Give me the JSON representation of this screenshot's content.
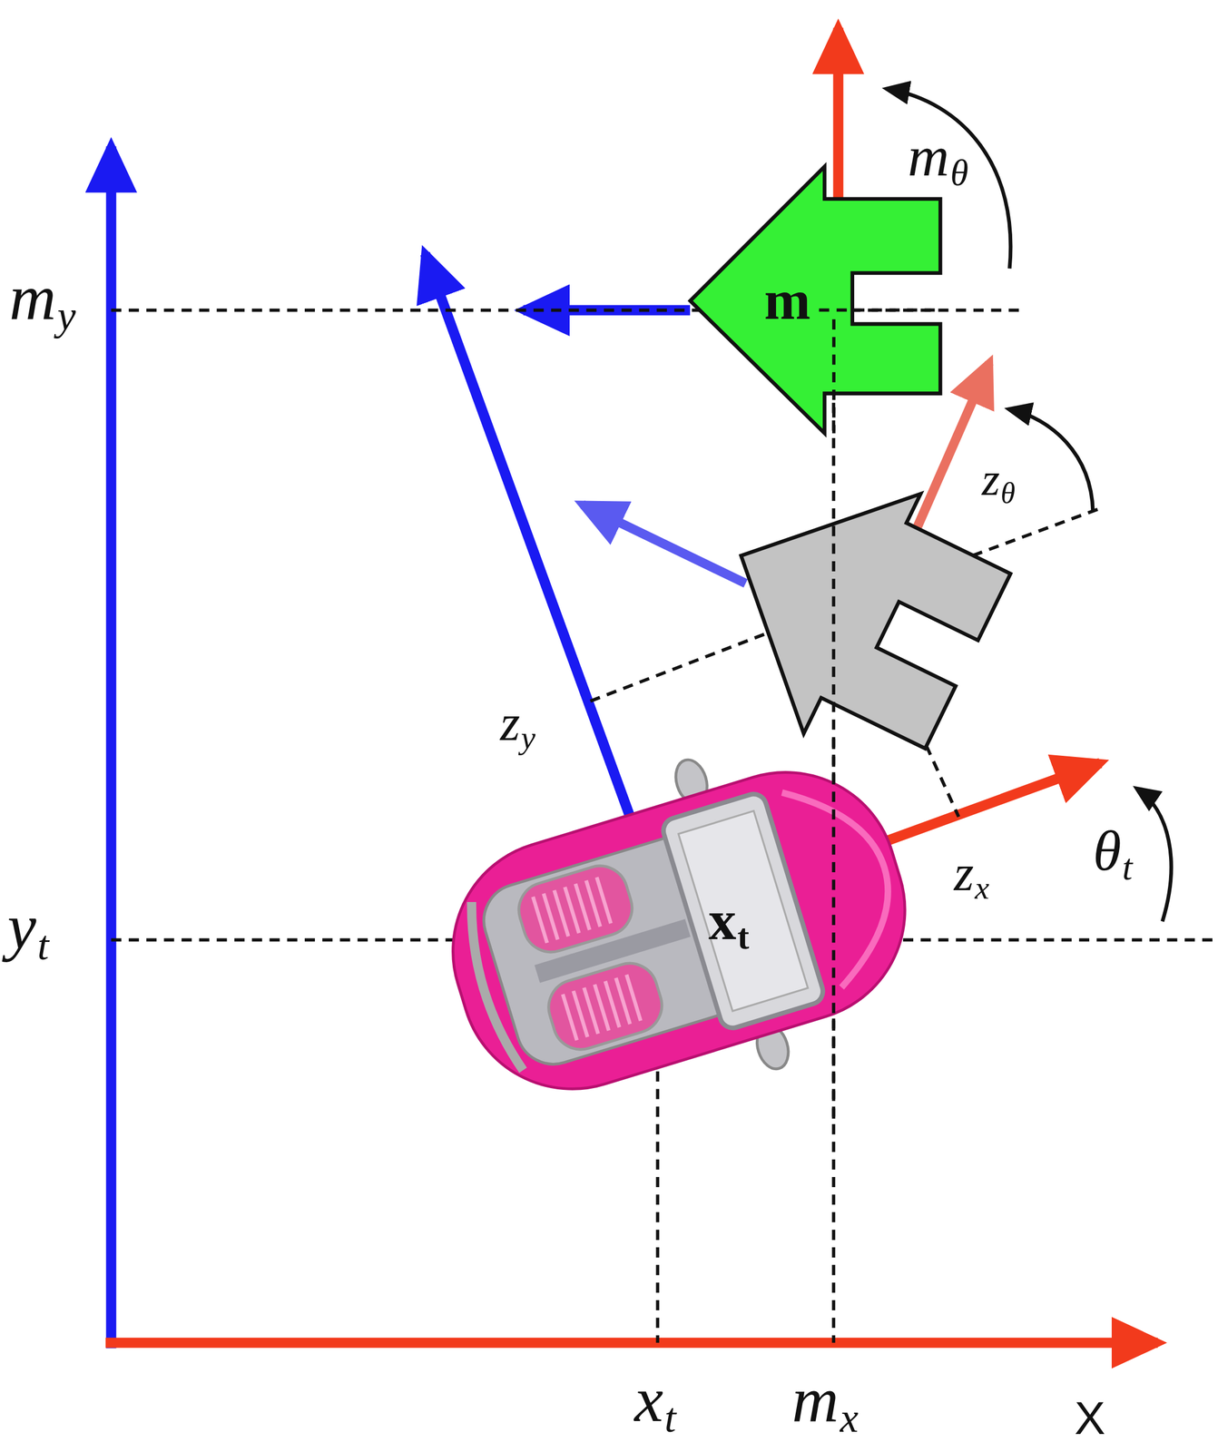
{
  "diagram": {
    "nodes": [
      {
        "text": [
          "m"
        ]
      },
      {
        "text": [
          "x",
          "t"
        ]
      }
    ],
    "labels": [
      "m",
      "θ",
      "m",
      "y",
      "z",
      "θ",
      "z",
      "y",
      "z",
      "x",
      "θ",
      "t",
      "y",
      "t",
      "x",
      "t",
      "m",
      "x",
      "X"
    ]
  }
}
